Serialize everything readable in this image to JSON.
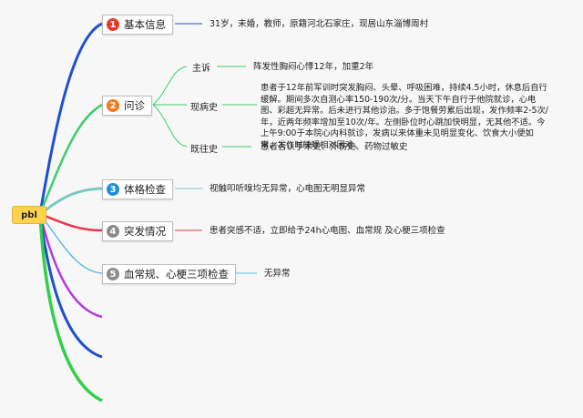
{
  "root": {
    "label": "pbl"
  },
  "topics": [
    {
      "num": "1",
      "label": "基本信息",
      "color": "#e23b2e",
      "detail": "31岁，未婚，教师，原籍河北石家庄，现居山东淄博周村"
    },
    {
      "num": "2",
      "label": "问诊",
      "color": "#f07a1a",
      "subs": [
        {
          "label": "主诉",
          "text": "阵发性胸闷心悸12年，加重2年"
        },
        {
          "label": "现病史",
          "text": "患者于12年前军训时突发胸闷、头晕、呼吸困难，持续4.5小时，休息后自行缓解。期间多次自测心率150-190次/分。当天下午自行于他院就诊，心电图、彩超无异常。后未进行其他诊治。多于饱餐劳累后出现，发作频率2-5次/年，近两年频率增加至10次/年。左侧卧位时心跳加快明显，无其他不适。今上午9:00于本院心内科就诊，发病以来体重未见明显变化、饮食大小便如常，发作时睡眠相对困难。"
        },
        {
          "label": "既往史",
          "text": "患者否认手术史、外伤史、药物过敏史"
        }
      ]
    },
    {
      "num": "3",
      "label": "体格检查",
      "color": "#1e8fd6",
      "detail": "视触叩听嗅均无异常，心电图无明显异常"
    },
    {
      "num": "4",
      "label": "突发情况",
      "color": "#8c8c8c",
      "detail": "患者突感不适，立即给予24h心电图、血常规 及心梗三项检查"
    },
    {
      "num": "5",
      "label": "血常规、心梗三项检查",
      "color": "#8c8c8c",
      "detail": "无异常"
    }
  ],
  "colors": {
    "branch1": "#1f4fd1",
    "branch2": "#3ccf6a",
    "branch3": "#79c9c2",
    "branch4": "#e8364a",
    "branch5": "#5bbde8",
    "extra1": "#b23be0",
    "extra2": "#1f4fd1",
    "extra3": "#2fd04a"
  }
}
